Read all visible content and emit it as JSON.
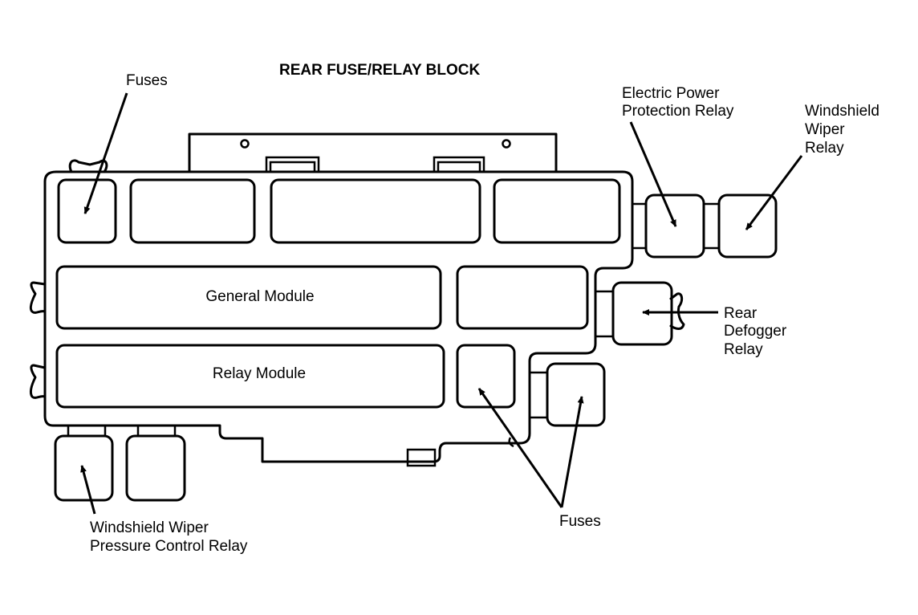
{
  "diagram": {
    "title": "REAR FUSE/RELAY BLOCK",
    "labels": {
      "fuses_top_left": "Fuses",
      "electric_power_protection_relay": [
        "Electric Power",
        "Protection Relay"
      ],
      "windshield_wiper_relay": [
        "Windshield",
        "Wiper",
        "Relay"
      ],
      "rear_defogger_relay": [
        "Rear",
        "Defogger",
        "Relay"
      ],
      "fuses_bottom_right": "Fuses",
      "windshield_wiper_pressure_control_relay": [
        "Windshield Wiper",
        "Pressure Control Relay"
      ]
    },
    "modules": {
      "general_module": "General Module",
      "relay_module": "Relay Module"
    },
    "line_color": "#000000",
    "background_color": "#ffffff"
  }
}
